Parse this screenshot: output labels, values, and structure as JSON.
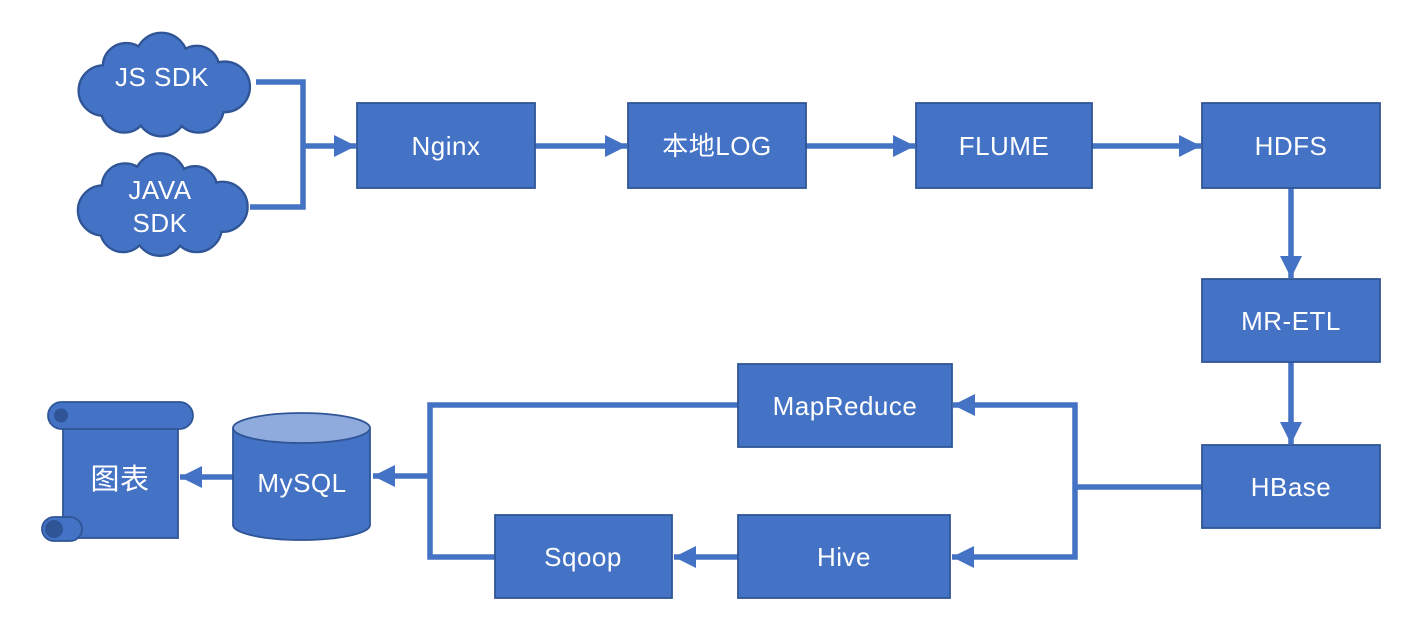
{
  "diagram": {
    "type": "flowchart",
    "description": "Big data log analysis pipeline",
    "colors": {
      "background": "#FFFFFF",
      "node_fill": "#4472C4",
      "node_border": "#2F5597",
      "connector": "#4472C4",
      "cylinder_top": "#8FAADC",
      "text": "#FFFFFF"
    },
    "nodes": {
      "js_sdk": {
        "label": "JS SDK",
        "shape": "cloud"
      },
      "java_sdk": {
        "label": "JAVA SDK",
        "label_line1": "JAVA",
        "label_line2": "SDK",
        "shape": "cloud"
      },
      "nginx": {
        "label": "Nginx",
        "shape": "rectangle"
      },
      "local_log": {
        "label": "本地LOG",
        "shape": "rectangle"
      },
      "flume": {
        "label": "FLUME",
        "shape": "rectangle"
      },
      "hdfs": {
        "label": "HDFS",
        "shape": "rectangle"
      },
      "mr_etl": {
        "label": "MR-ETL",
        "shape": "rectangle"
      },
      "hbase": {
        "label": "HBase",
        "shape": "rectangle"
      },
      "mapreduce": {
        "label": "MapReduce",
        "shape": "rectangle"
      },
      "hive": {
        "label": "Hive",
        "shape": "rectangle"
      },
      "sqoop": {
        "label": "Sqoop",
        "shape": "rectangle"
      },
      "mysql": {
        "label": "MySQL",
        "shape": "cylinder"
      },
      "chart": {
        "label": "图表",
        "shape": "vertical-scroll"
      }
    },
    "edges": [
      {
        "from": "js_sdk",
        "to": "nginx"
      },
      {
        "from": "java_sdk",
        "to": "nginx"
      },
      {
        "from": "nginx",
        "to": "local_log"
      },
      {
        "from": "local_log",
        "to": "flume"
      },
      {
        "from": "flume",
        "to": "hdfs"
      },
      {
        "from": "hdfs",
        "to": "mr_etl"
      },
      {
        "from": "mr_etl",
        "to": "hbase"
      },
      {
        "from": "hbase",
        "to": "mapreduce"
      },
      {
        "from": "hbase",
        "to": "hive"
      },
      {
        "from": "hive",
        "to": "sqoop"
      },
      {
        "from": "mapreduce",
        "to": "mysql"
      },
      {
        "from": "sqoop",
        "to": "mysql"
      },
      {
        "from": "mysql",
        "to": "chart"
      }
    ]
  }
}
